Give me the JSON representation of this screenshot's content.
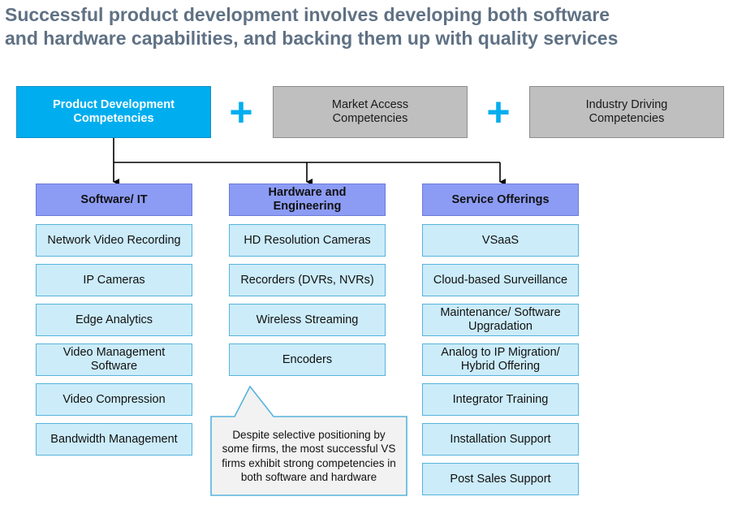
{
  "title": {
    "line1": "Successful product development involves developing both software",
    "line2": "and hardware capabilities, and backing them up with quality services"
  },
  "top": {
    "product_line1": "Product Development",
    "product_line2": "Competencies",
    "plus": "+",
    "market_line1": "Market Access",
    "market_line2": "Competencies",
    "industry_line1": "Industry Driving",
    "industry_line2": "Competencies"
  },
  "columns": {
    "software": {
      "header": "Software/ IT",
      "items": [
        "Network Video Recording",
        "IP Cameras",
        "Edge Analytics",
        "Video Management Software",
        "Video Compression",
        "Bandwidth Management"
      ]
    },
    "hardware": {
      "header": "Hardware and Engineering",
      "items": [
        "HD Resolution Cameras",
        "Recorders (DVRs, NVRs)",
        "Wireless Streaming",
        "Encoders"
      ]
    },
    "services": {
      "header": "Service Offerings",
      "items": [
        "VSaaS",
        "Cloud-based Surveillance",
        "Maintenance/ Software Upgradation",
        "Analog to IP Migration/ Hybrid Offering",
        "Integrator Training",
        "Installation Support",
        "Post Sales Support"
      ]
    }
  },
  "callout": "Despite selective positioning by some firms, the most successful VS firms exhibit strong competencies in both software and hardware",
  "colors": {
    "title": "#5f7184",
    "accent_blue": "#00aeef",
    "top_gray": "#bfbfbf",
    "category": "#8c9cf5",
    "item": "#ccecfa",
    "callout_border": "#58b3dc"
  }
}
